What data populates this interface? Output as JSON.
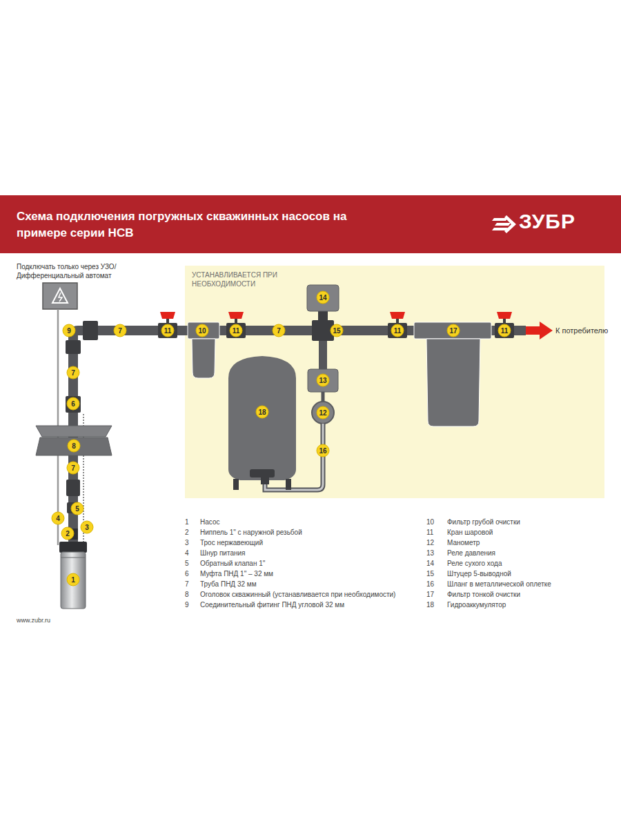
{
  "diagram": {
    "title": "Схема подключения погружных скважинных насосов на примере серии НСВ",
    "nodes": [
      {
        "text": [
          "УСТАНАВЛИВАЕТСЯ ПРИ НЕОБХОДИМОСТИ"
        ]
      }
    ],
    "labels": [
      "Подключать только через УЗО/Дифференциальный автомат",
      "ЗУБР",
      "9",
      "7",
      "11",
      "10",
      "11",
      "7",
      "14",
      "15",
      "11",
      "17",
      "11",
      "7",
      "6",
      "8",
      "7",
      "5",
      "4",
      "2",
      "3",
      "1",
      "18",
      "13",
      "12",
      "16",
      "К потребителю",
      "1",
      "Насос",
      "2",
      "Ниппель 1\" с наружной резьбой",
      "3",
      "Трос нержавеющий",
      "4",
      "Шнур питания",
      "5",
      "Обратный клапан 1\"",
      "6",
      "Муфта ПНД 1\" – 32 мм",
      "7",
      "Труба ПНД 32 мм",
      "8",
      "Оголовок скважинный (устанавливается при необходимости)",
      "9",
      "Соединительный фитинг ПНД угловой 32 мм",
      "10",
      "Фильтр грубой очистки",
      "11",
      "Кран шаровой",
      "12",
      "Манометр",
      "13",
      "Реле давления",
      "14",
      "Реле сухого хода",
      "15",
      "Штуцер 5-выводной",
      "16",
      "Шланг в металлической оплетке",
      "17",
      "Фильтр тонкой очистки",
      "18",
      "Гидроаккумулятор",
      "www.zubr.ru"
    ]
  }
}
